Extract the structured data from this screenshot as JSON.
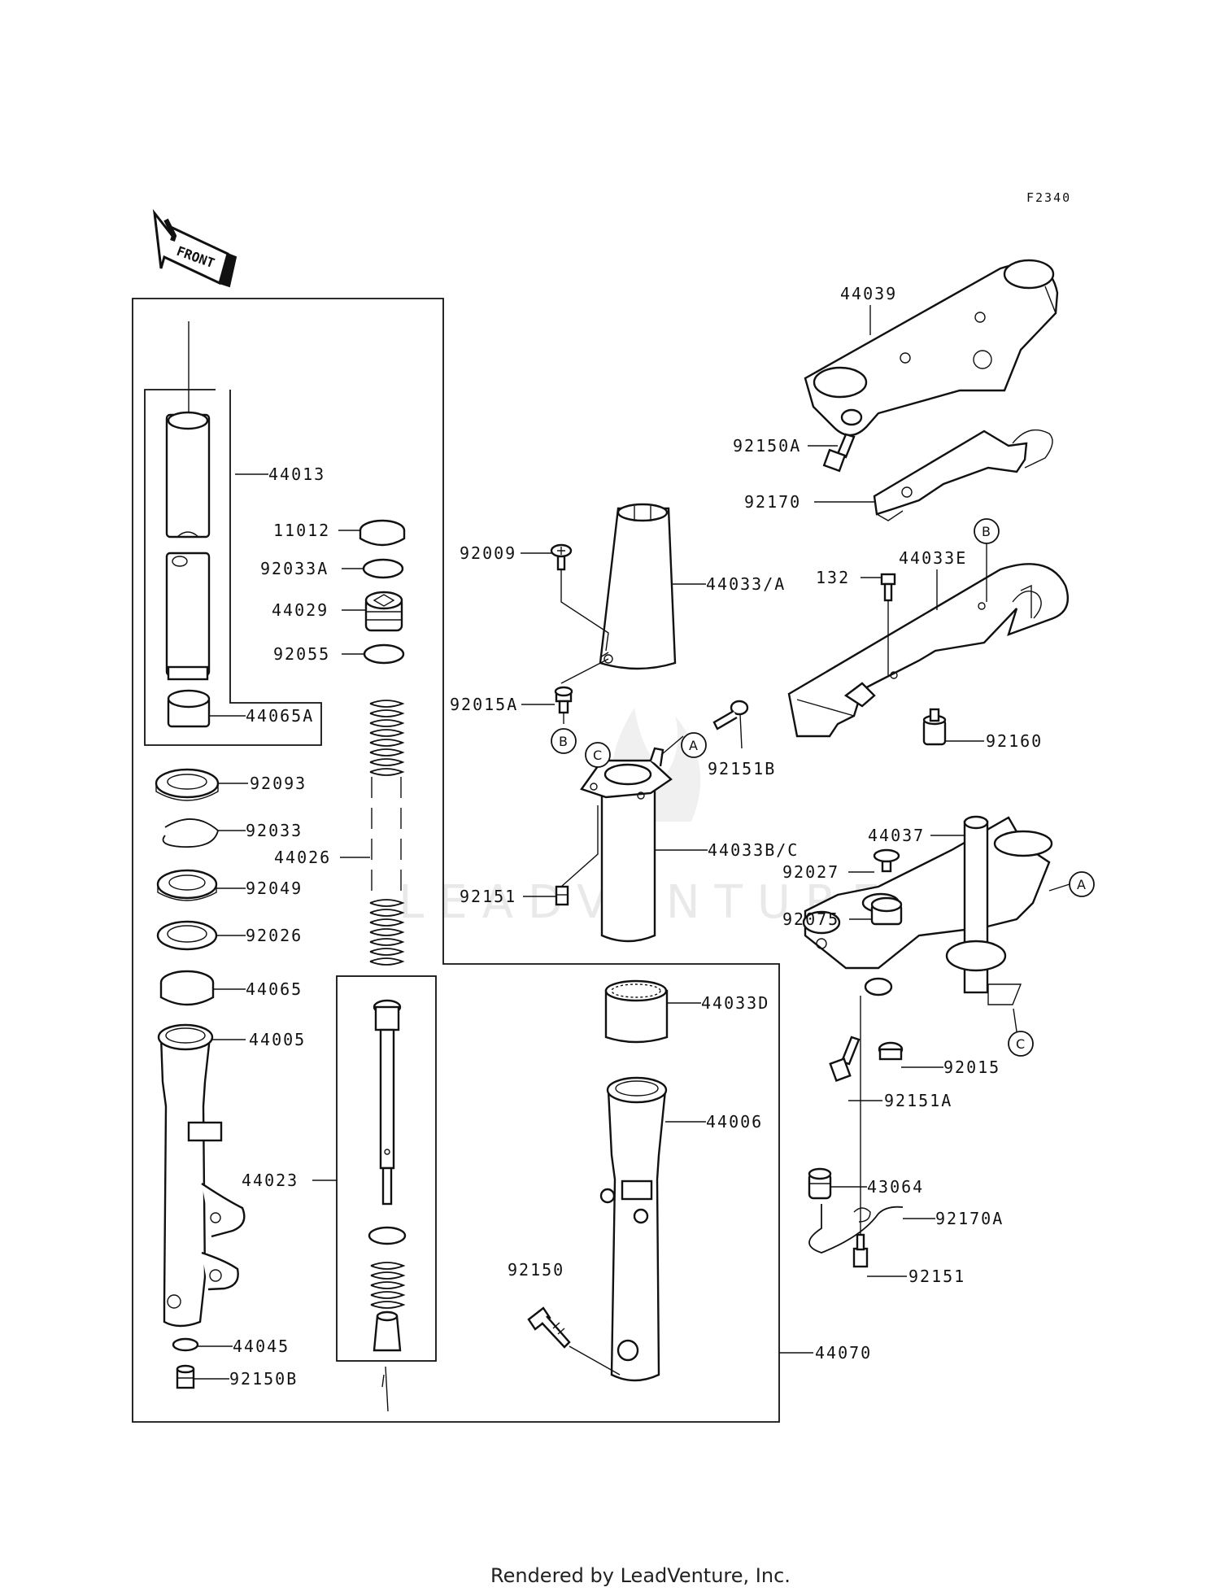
{
  "diagram": {
    "figure_code": "F2340",
    "front_label": "FRONT",
    "watermark": "LEADVENTURE",
    "footer": "Rendered by LeadVenture, Inc.",
    "refs": [
      "A",
      "B",
      "C"
    ],
    "callouts": [
      {
        "id": "44013",
        "side": "right"
      },
      {
        "id": "11012",
        "side": "left"
      },
      {
        "id": "92033A",
        "side": "left"
      },
      {
        "id": "44029",
        "side": "left"
      },
      {
        "id": "92055",
        "side": "left"
      },
      {
        "id": "44065A",
        "side": "right"
      },
      {
        "id": "92093",
        "side": "right"
      },
      {
        "id": "92033",
        "side": "right"
      },
      {
        "id": "44026",
        "side": "left"
      },
      {
        "id": "92049",
        "side": "right"
      },
      {
        "id": "92026",
        "side": "right"
      },
      {
        "id": "44065",
        "side": "right"
      },
      {
        "id": "44005",
        "side": "right"
      },
      {
        "id": "44023",
        "side": "left"
      },
      {
        "id": "44045",
        "side": "right"
      },
      {
        "id": "92150B",
        "side": "right"
      },
      {
        "id": "92009",
        "side": "left"
      },
      {
        "id": "44033/A",
        "side": "right"
      },
      {
        "id": "92015A",
        "side": "left"
      },
      {
        "id": "92151B",
        "side": "below"
      },
      {
        "id": "44033B/C",
        "side": "right"
      },
      {
        "id": "92151",
        "side": "left"
      },
      {
        "id": "44033D",
        "side": "right"
      },
      {
        "id": "44006",
        "side": "right"
      },
      {
        "id": "92150",
        "side": "above"
      },
      {
        "id": "44070",
        "side": "right"
      },
      {
        "id": "44039",
        "side": "above"
      },
      {
        "id": "92150A",
        "side": "left"
      },
      {
        "id": "92170",
        "side": "left"
      },
      {
        "id": "132",
        "side": "left"
      },
      {
        "id": "44033E",
        "side": "above"
      },
      {
        "id": "92160",
        "side": "right"
      },
      {
        "id": "44037",
        "side": "left"
      },
      {
        "id": "92027",
        "side": "left"
      },
      {
        "id": "92075",
        "side": "left"
      },
      {
        "id": "92015",
        "side": "right"
      },
      {
        "id": "92151A",
        "side": "right"
      },
      {
        "id": "43064",
        "side": "right"
      },
      {
        "id": "92170A",
        "side": "right"
      },
      {
        "id": "92151",
        "side": "right"
      }
    ]
  }
}
